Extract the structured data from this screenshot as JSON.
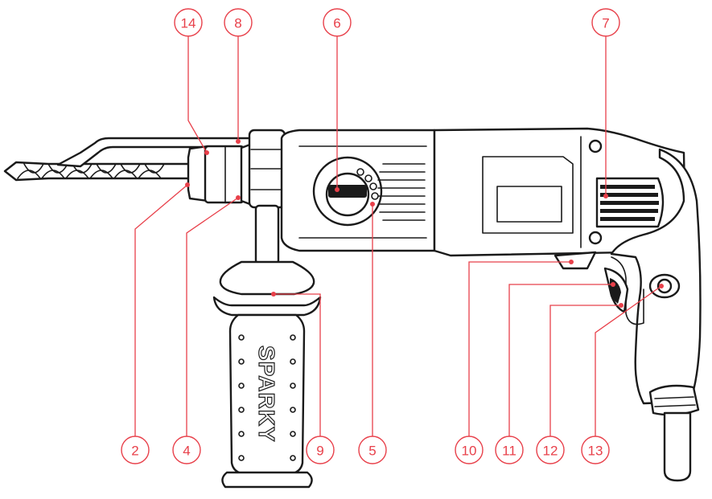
{
  "brand": {
    "text": "SPARKY"
  },
  "colors": {
    "callout": "#e8404a",
    "line": "#1a1a1a",
    "background": "#ffffff"
  },
  "callouts": {
    "c14": "14",
    "c8": "8",
    "c6": "6",
    "c7": "7",
    "c2": "2",
    "c4": "4",
    "c9": "9",
    "c5": "5",
    "c10": "10",
    "c11": "11",
    "c12": "12",
    "c13": "13"
  }
}
